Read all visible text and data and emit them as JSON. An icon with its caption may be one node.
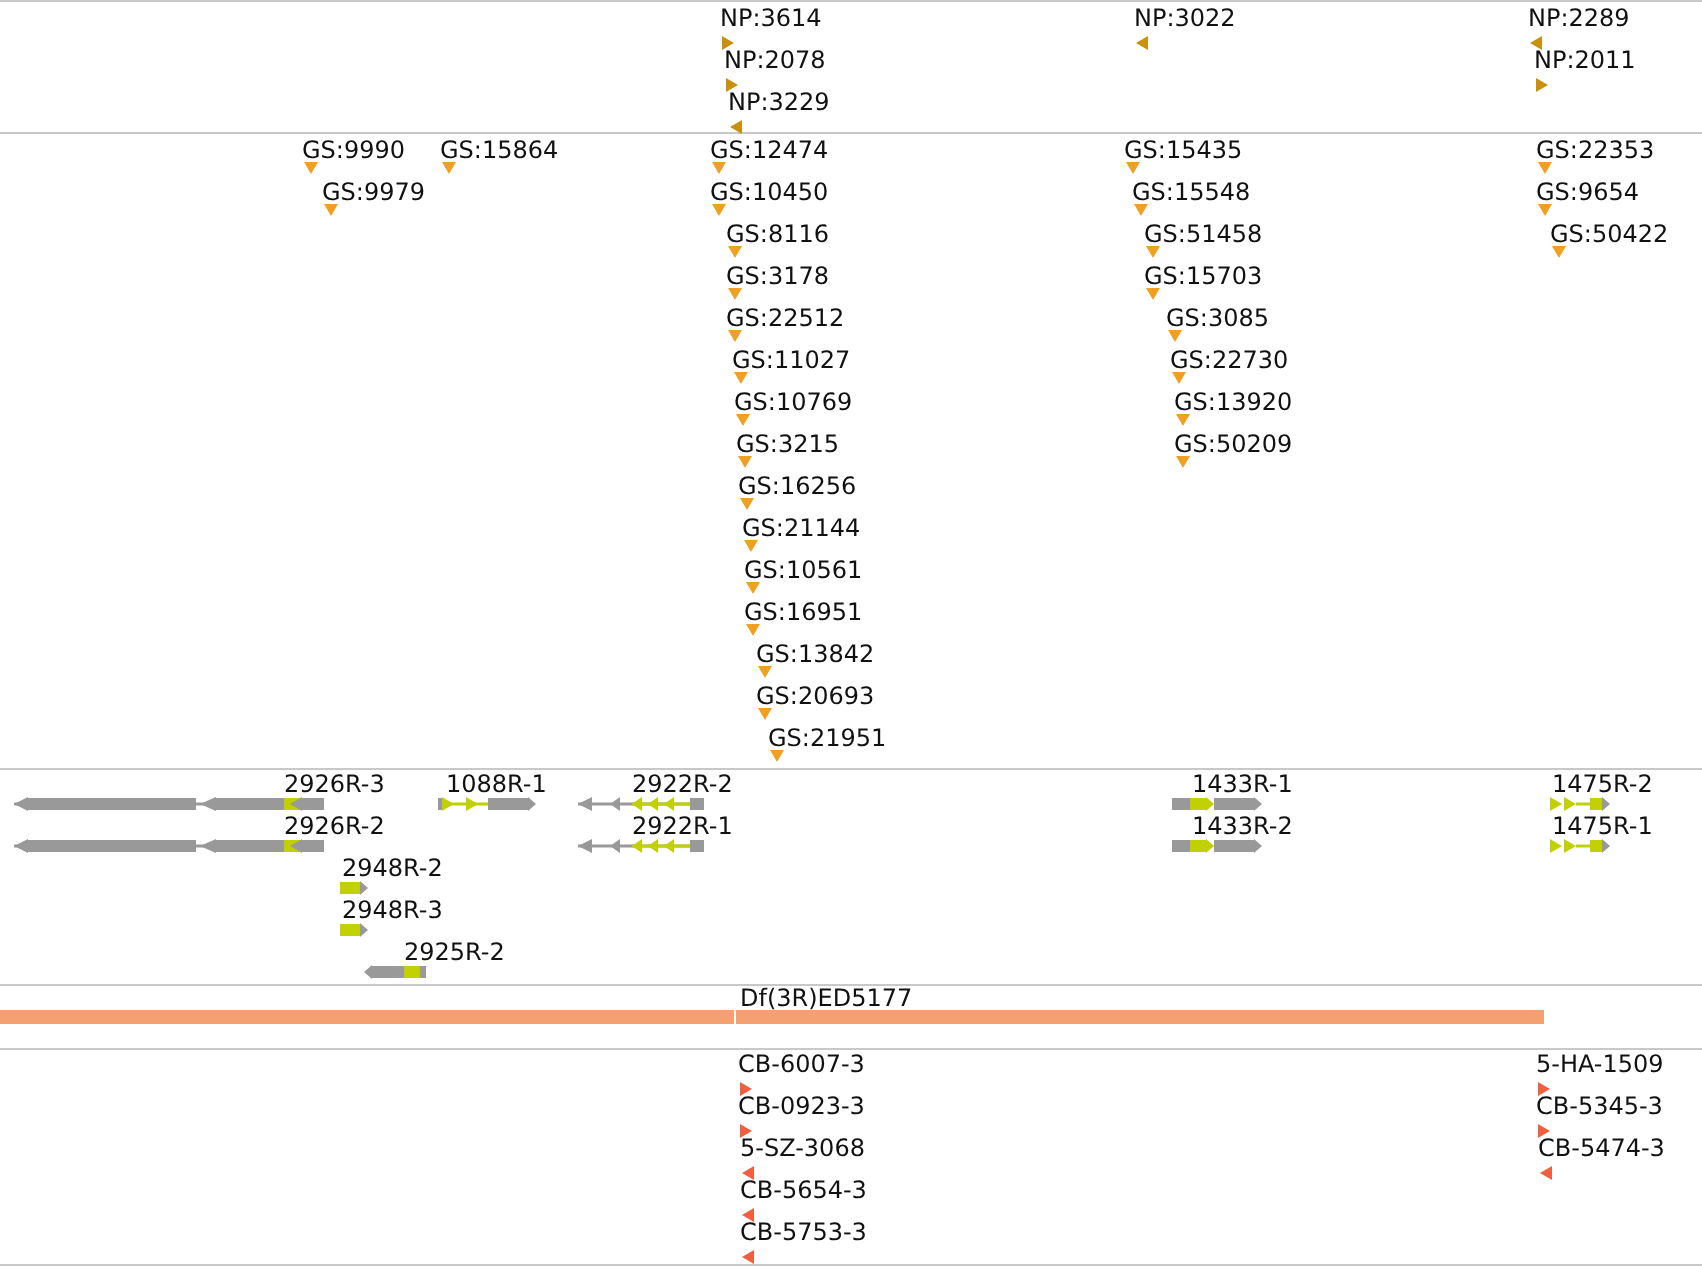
{
  "diagram": {
    "labels": [
      "NP:3614",
      "NP:2078",
      "NP:3229",
      "NP:3022",
      "NP:2289",
      "NP:2011",
      "GS:9990",
      "GS:9979",
      "GS:15864",
      "GS:12474",
      "GS:10450",
      "GS:8116",
      "GS:3178",
      "GS:22512",
      "GS:11027",
      "GS:10769",
      "GS:3215",
      "GS:16256",
      "GS:21144",
      "GS:10561",
      "GS:16951",
      "GS:13842",
      "GS:20693",
      "GS:21951",
      "GS:15435",
      "GS:15548",
      "GS:51458",
      "GS:15703",
      "GS:3085",
      "GS:22730",
      "GS:13920",
      "GS:50209",
      "GS:22353",
      "GS:9654",
      "GS:50422",
      "2926R-3",
      "2926R-2",
      "2948R-2",
      "2948R-3",
      "2925R-2",
      "1088R-1",
      "2922R-2",
      "2922R-1",
      "1433R-1",
      "1433R-2",
      "1475R-2",
      "1475R-1",
      "Df(3R)ED5177",
      "CB-6007-3",
      "CB-0923-3",
      "5-SZ-3068",
      "CB-5654-3",
      "CB-5753-3",
      "5-HA-1509",
      "CB-5345-3",
      "CB-5474-3"
    ]
  }
}
